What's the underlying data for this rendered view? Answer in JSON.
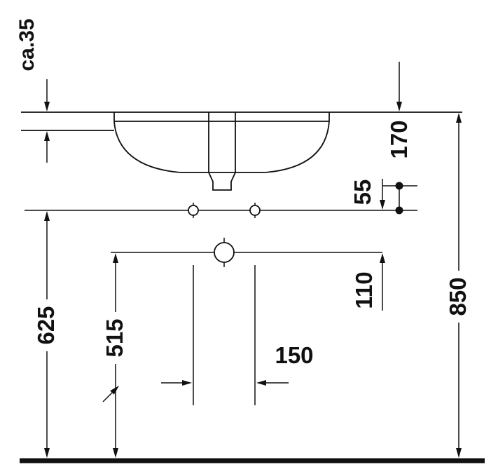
{
  "drawing": {
    "figure": "washbasin-front-elevation-installation-drawing",
    "line_color": "#111111",
    "background_color": "#ffffff",
    "dimensions": {
      "counter_thickness": "ca.35",
      "rim_to_upper_fixing": "170",
      "fixing_hole_offset": "55",
      "floor_to_fixing_holes": "625",
      "floor_to_outlet": "515",
      "fixing_holes_to_outlet": "110",
      "fixing_hole_spacing": "150",
      "floor_to_rim": "850"
    }
  }
}
